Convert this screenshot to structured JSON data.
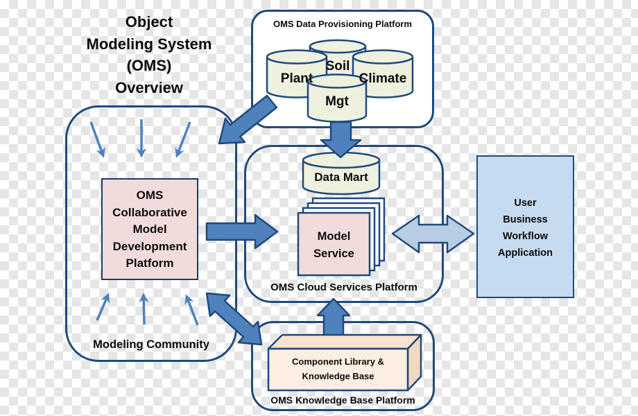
{
  "title": "Object\nModeling System\n(OMS)\nOverview",
  "provisioning": {
    "label": "OMS Data Provisioning Platform",
    "cylinders": {
      "soil": "Soil",
      "plant": "Plant",
      "climate": "Climate",
      "mgt": "Mgt"
    }
  },
  "cloud": {
    "label": "OMS Cloud Services Platform",
    "data_mart": "Data Mart",
    "model_service": "Model\nService"
  },
  "community": {
    "label": "Modeling Community",
    "dev_platform": "OMS\nCollaborative\nModel\nDevelopment\nPlatform"
  },
  "user_app": {
    "label": "User\nBusiness\nWorkflow\nApplication"
  },
  "knowledge": {
    "label": "OMS Knowledge Base Platform",
    "component_box": "Component Library &\nKnowledge Base"
  },
  "colors": {
    "box_border_navy": "#1F497D",
    "arrow_blue": "#4F81BD",
    "arrow_light_blue": "#B8CCE4",
    "cylinder_fill": "#EDF1DE",
    "dev_platform_fill": "#F2DCDB",
    "model_service_front_fill": "#F2DCDB",
    "user_app_fill": "#C6DAF0",
    "component_box_fill": "#FCEEE0",
    "background_checker_gray": "#E6E6E6"
  }
}
